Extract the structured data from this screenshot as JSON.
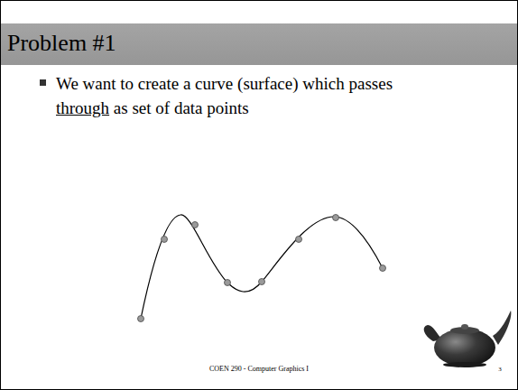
{
  "diagram": {
    "title": "Problem #1",
    "labels": [
      "We want to create a curve (surface) which passes through as set of data points",
      "COEN 290 - Computer Graphics I",
      "3"
    ]
  }
}
